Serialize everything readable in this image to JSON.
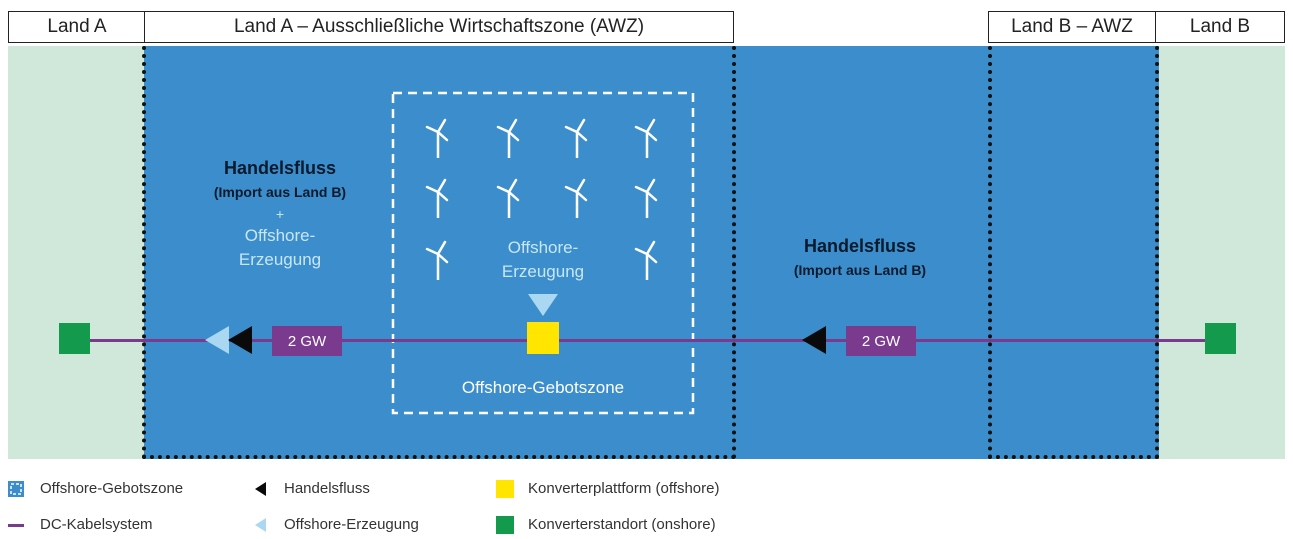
{
  "header": {
    "land_a": "Land A",
    "land_a_awz": "Land A – Ausschließliche Wirtschaftszone (AWZ)",
    "land_b_awz": "Land B – AWZ",
    "land_b": "Land B"
  },
  "left_label": {
    "line1": "Handelsfluss",
    "line2": "(Import aus Land B)",
    "plus": "+",
    "line3": "Offshore-",
    "line4": "Erzeugung"
  },
  "center_label": {
    "line1": "Offshore-",
    "line2": "Erzeugung",
    "zone_label": "Offshore-Gebotszone"
  },
  "right_label": {
    "line1": "Handelsfluss",
    "line2": "(Import aus Land B)"
  },
  "badges": {
    "left": "2 GW",
    "right": "2 GW"
  },
  "legend": {
    "gebotszone": "Offshore-Gebotszone",
    "dc_kabel": "DC-Kabelsystem",
    "handelsfluss": "Handelsfluss",
    "offshore_erzeugung": "Offshore-Erzeugung",
    "konverterplattform": "Konverterplattform (offshore)",
    "konverterstandort": "Konverterstandort (onshore)"
  },
  "colors": {
    "sea": "#3b8ecb",
    "land": "#cfe8da",
    "cable": "#7a3a8e",
    "platform": "#ffe500",
    "onshore": "#149a4c",
    "offshore_arrow": "#aad8f3",
    "trade_arrow": "#0a0a0a"
  }
}
